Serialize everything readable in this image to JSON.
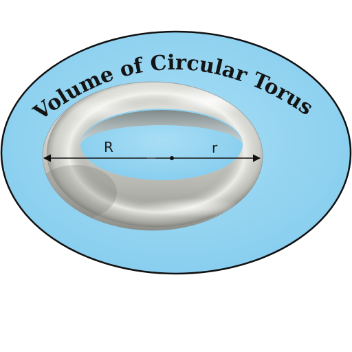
{
  "title": "Volume of Circular Torus",
  "labels": {
    "major_radius": "R",
    "minor_radius": "r"
  },
  "colors": {
    "background_ellipse": "#8fd3f0",
    "ellipse_border": "#111111",
    "torus_light": "#f2f2ee",
    "torus_mid": "#c6c6c0",
    "torus_dark": "#6f6f6a",
    "title_text": "#141414"
  }
}
